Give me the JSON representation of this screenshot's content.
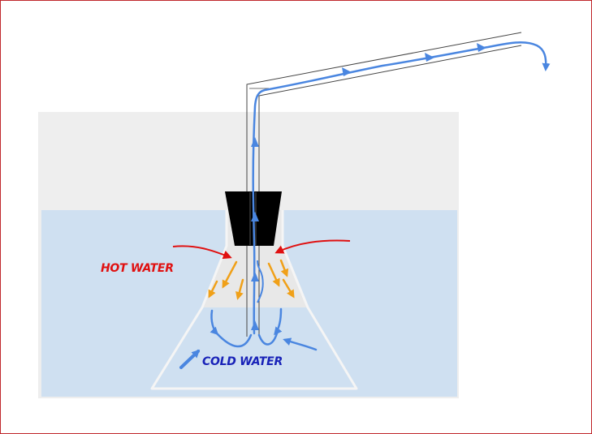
{
  "labels": {
    "hot": "HOT WATER",
    "cold": "COLD WATER"
  },
  "colors": {
    "frame": "#c0282d",
    "container": "#eeeeee",
    "water": "#cfe0f1",
    "flask_fill": "#e8e8e8",
    "flask_outline": "#f3f3f3",
    "stopper": "#000000",
    "tube": "#444444",
    "flow": "#4a86e0",
    "hot_arrow": "#e01010",
    "heat_arrow": "#f0a018",
    "hot_text": "#e01010",
    "cold_text": "#1822b8"
  },
  "icons": [
    "stopper",
    "glass-tube",
    "flow-arrow",
    "heat-arrow"
  ]
}
